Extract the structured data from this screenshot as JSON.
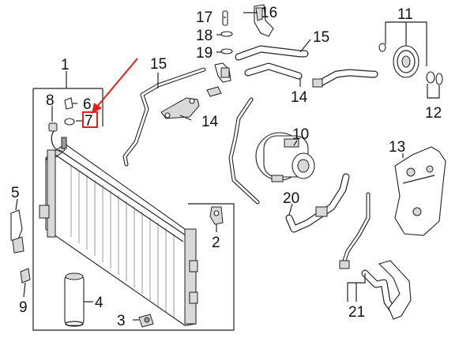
{
  "callouts": {
    "c1": "1",
    "c2": "2",
    "c3": "3",
    "c4": "4",
    "c5": "5",
    "c6": "6",
    "c7": "7",
    "c8": "8",
    "c9": "9",
    "c10": "10",
    "c11": "11",
    "c12": "12",
    "c13": "13",
    "c14a": "14",
    "c14b": "14",
    "c15a": "15",
    "c15b": "15",
    "c16": "16",
    "c17": "17",
    "c18": "18",
    "c19": "19",
    "c20": "20",
    "c21": "21"
  },
  "highlight": {
    "color": "#e0201b",
    "target": "7"
  }
}
